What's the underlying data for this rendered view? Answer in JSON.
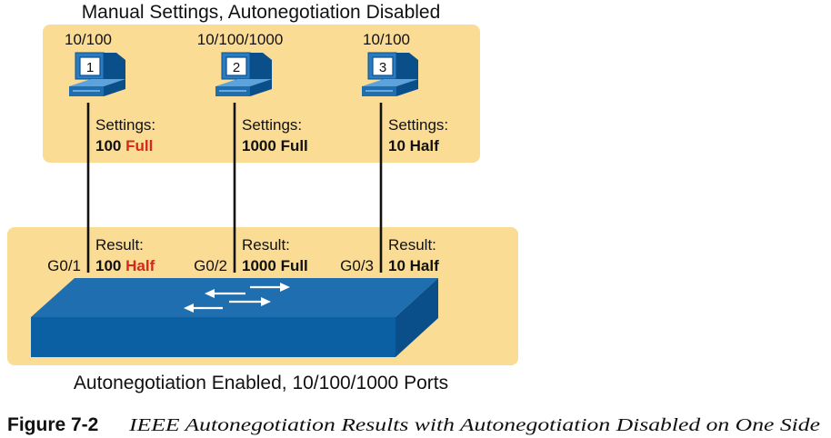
{
  "top_region_title": "Manual Settings, Autonegotiation Disabled",
  "bottom_region_title": "Autonegotiation Enabled, 10/100/1000 Ports",
  "pcs": [
    {
      "id": "1",
      "speed_label": "10/100",
      "settings_label": "Settings:",
      "settings_speed": "100",
      "settings_duplex": "Full",
      "port": "G0/1",
      "result_label": "Result:",
      "result_speed": "100",
      "result_duplex": "Half"
    },
    {
      "id": "2",
      "speed_label": "10/100/1000",
      "settings_label": "Settings:",
      "settings_speed": "1000",
      "settings_duplex": "Full",
      "port": "G0/2",
      "result_label": "Result:",
      "result_speed": "1000",
      "result_duplex": "Full"
    },
    {
      "id": "3",
      "speed_label": "10/100",
      "settings_label": "Settings:",
      "settings_speed": "10",
      "settings_duplex": "Half",
      "port": "G0/3",
      "result_label": "Result:",
      "result_speed": "10",
      "result_duplex": "Half"
    }
  ],
  "caption": {
    "label": "Figure 7-2",
    "text": "IEEE Autonegotiation Results with Autonegotiation Disabled on One Side"
  },
  "colors": {
    "region_fill": "#fbdc95",
    "switch_top": "#1f6fb0",
    "switch_front": "#0b5fa3",
    "switch_side": "#0a4f8a",
    "pc_fill": "#2a7bc0",
    "mismatch_text": "#d7261e"
  }
}
